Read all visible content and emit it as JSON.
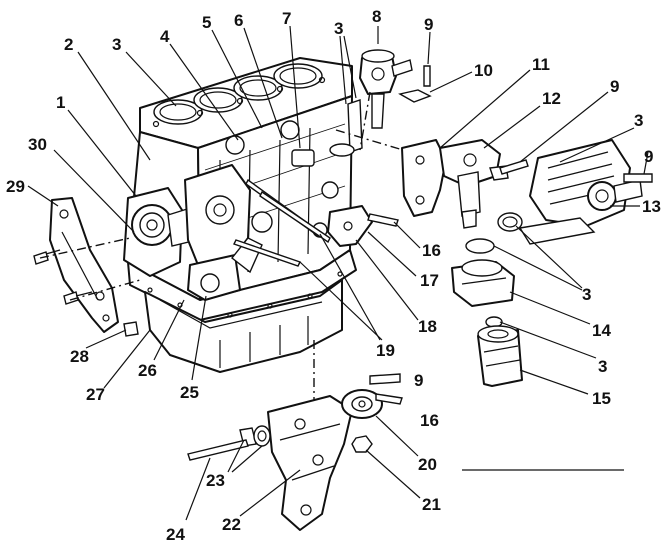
{
  "callouts": [
    "1",
    "2",
    "3",
    "4",
    "5",
    "6",
    "7",
    "8",
    "9",
    "10",
    "11",
    "12",
    "13",
    "14",
    "15",
    "16",
    "17",
    "18",
    "19",
    "20",
    "21",
    "22",
    "23",
    "24",
    "25",
    "26",
    "27",
    "28",
    "29",
    "30"
  ],
  "repeated": {
    "three": "3",
    "nine": "9",
    "sixteen": "16"
  },
  "colors": {
    "ink": "#111111",
    "paper": "#ffffff"
  }
}
